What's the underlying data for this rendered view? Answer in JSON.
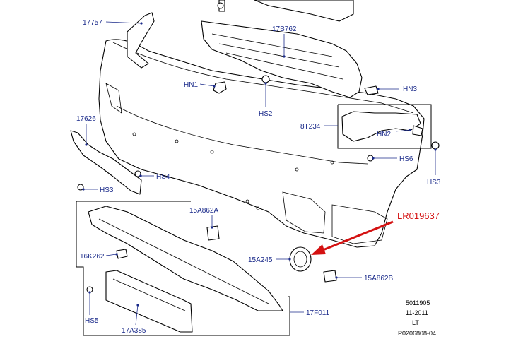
{
  "labels": {
    "p17757": "17757",
    "p17B762": "17B762",
    "hn1": "HN1",
    "hs2": "HS2",
    "hn3": "HN3",
    "p8T234": "8T234",
    "hn2": "HN2",
    "hs6": "HS6",
    "hs3_right": "HS3",
    "p17626": "17626",
    "hs4": "HS4",
    "hs3_left": "HS3",
    "p15A862A": "15A862A",
    "p16K262": "16K262",
    "p15A245": "15A245",
    "p15A862B": "15A862B",
    "p17F011": "17F011",
    "hs5": "HS5",
    "p17A385": "17A385"
  },
  "callout": {
    "part_number": "LR019637",
    "color": "#d41111"
  },
  "footer": {
    "line1": "5011905",
    "line2": "11-2011",
    "line3": "LT",
    "line4": "P0206808-04"
  },
  "colors": {
    "label": "#1a2a8a",
    "outline": "#000000"
  }
}
